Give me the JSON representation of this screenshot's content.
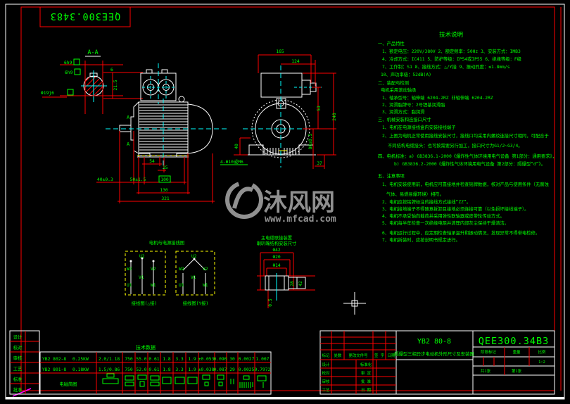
{
  "sheet": {
    "corner_no": "QEE300.3483",
    "colors": {
      "line_red": "#ff0000",
      "text_green": "#00ff00",
      "geometry_white": "#ffffff",
      "center_cyan": "#00ffff",
      "aux_yellow": "#ffff00"
    }
  },
  "notes": {
    "title": "技术说明",
    "lines": [
      "一、产品特性",
      "1、额定电压：220V/380V   2、额定频率：50Hz   3、安装方式：IMB3",
      "4、冷却方式：IC411   5、防护等级：IP54或IP55   6、绝缘等级：F级",
      "7、工作制：S1   8、接线方式：△/Y接   9、振动烈度：≤1.8mm/s",
      "10、声功率级：52dB(A)",
      "二、装配与检测",
      "电机采用滚动轴承",
      "1、轴承型号：轴伸端 6204-2RZ    非轴伸端 6204-2RZ",
      "2、润滑脂牌号：2号锂基润滑脂",
      "3、润滑方式：脂润滑",
      "三、机械安装和连接口尺寸",
      "1、电机在电源接线盒内安装接线端子",
      "2、上图为电机正常使用接线安装尺寸，接线口均采用内螺纹连接尺寸相同，可配合于",
      "不同结构电缆接头：也可按需要另行加工，接口尺寸为G1/2~G3/4。",
      "四、电机标准：a) GB3836.1-2000《爆炸性气体环境用电气设备 第1部分：通用要求》，",
      "b) GB3836.2-2000《爆炸性气体环境用电气设备 第2部分：隔爆型“d”》。",
      "五、注意事项",
      "1、电机安装使用前，电机应可靠接地并检查铭牌数据，核对产品与使用条件（无腐蚀",
      "气体、易燃易爆环境）相符。",
      "2、电机应按铭牌标注的接线方式接线“ZZ”。",
      "3、电机接地端子不得随意拆卸且接地必须连接可靠（以免损坏接线端子）。",
      "4、电机不承受轴向载荷并采用弹性联轴器或皮带轮传动方式。",
      "5、电机每半年检查一次绝缘电阻并清理内部灰尘保持干燥清洁。",
      "6、电机运行过程中，应定期检查轴承温升和振动情况，发现异常不得带电检修。",
      "7、电机拆装时，应按说明书规定进行。"
    ]
  },
  "views": {
    "section": {
      "label": "A-A",
      "marker": "A",
      "key_w1": "6h9",
      "key_w2": "6h9",
      "shaft_dia": "Φ19j6",
      "key_depth": "21.5",
      "small": "6"
    },
    "front": {
      "d54": "54",
      "d15": "15",
      "d50": "50±1.5",
      "d100": "100",
      "d130": "130",
      "d321": "321",
      "d40": "40±0.3",
      "holes": "4-Φ10或M6"
    },
    "end": {
      "d165": "165",
      "d124": "124",
      "d53": "53",
      "d248": "248",
      "d80": "80±0.5",
      "d37": "37",
      "d40": "40"
    },
    "cable": {
      "title1": "主电缆联接装置",
      "title2": "喇叭嘴结构安装尺寸",
      "d42": "Φ42",
      "d20": "Φ20",
      "d14": "Φ14",
      "d28": "28",
      "d42b": "42",
      "d05": "0.5"
    },
    "wiring": {
      "title": "电机与电源接线图",
      "left_caption": "接线图(△接)",
      "right_caption": "接线图(Y接)",
      "u2": "U2",
      "v2": "V2",
      "w2": "W2",
      "u1": "U1",
      "v1": "V1",
      "w1": "W1"
    }
  },
  "data_table": {
    "title": "技术数据",
    "rows": [
      [
        "YB2 802-8",
        "0.25KW",
        "2.0/1.18",
        "750",
        "55.0",
        "0.61",
        "1.8",
        "3.3",
        "1.9",
        "±0.053",
        "0.090",
        "30",
        "0.0027",
        "1.007"
      ],
      [
        "YB2 801-8",
        "0.18KW",
        "1.5/0.86",
        "750",
        "52.0",
        "0.61",
        "1.8",
        "3.3",
        "1.9",
        "±0.038",
        "0.087",
        "29",
        "0.0025",
        "0.7972"
      ]
    ],
    "row3_label": "电磁简图"
  },
  "sign_table": {
    "rows": [
      "设计",
      "校对",
      "审核",
      "工艺",
      "标准",
      "批准"
    ]
  },
  "title_block": {
    "model": "YB2 80-8",
    "drawing_title": "隔爆型三相异步电动机外形尺寸及安装图",
    "drawing_no": "QEE300.34B3",
    "rev_header": [
      "标记",
      "处数",
      "更改文件号",
      "签 字",
      "日期"
    ],
    "left_rows": [
      "设计",
      "校对",
      "审核",
      "工艺"
    ],
    "mid_rows": [
      "标准化",
      "审 定",
      "批 准",
      "日 期"
    ],
    "stage_label": "阶段标记",
    "weight_label": "重量",
    "scale_label": "比例",
    "scale_value": "1:2",
    "sheets": "共1张",
    "sheet_no": "第1张"
  },
  "watermark": {
    "logo": "MF",
    "name": "沐风网",
    "url": "www.mfcad.com"
  }
}
